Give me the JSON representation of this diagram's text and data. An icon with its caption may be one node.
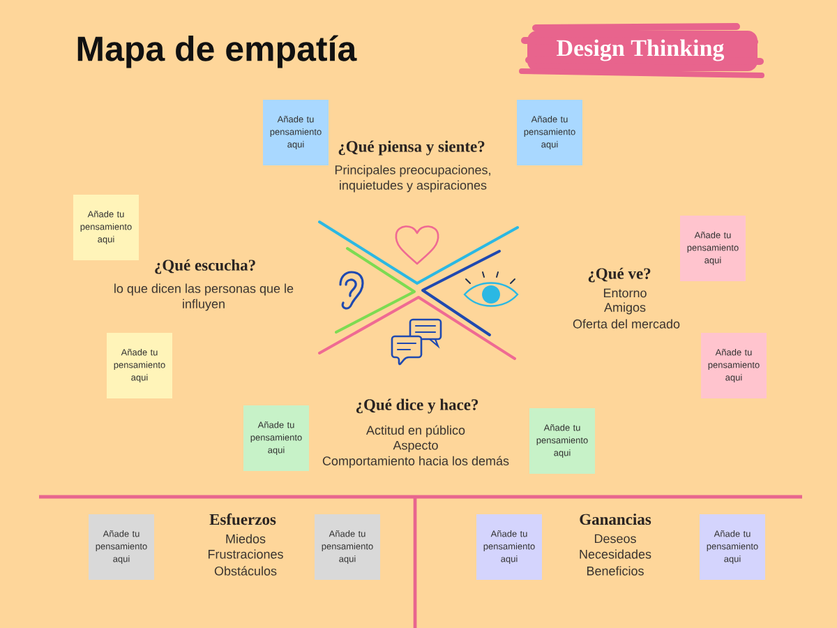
{
  "diagram": {
    "title": "Mapa de empatía",
    "nodes": [
      {
        "text": [
          "Design Thinking"
        ]
      },
      {
        "text": [
          "Añade tu pensamiento aqui"
        ]
      },
      {
        "text": [
          "Añade tu pensamiento aqui"
        ]
      },
      {
        "text": [
          "Añade tu pensamiento aqui"
        ]
      },
      {
        "text": [
          "Añade tu pensamiento aqui"
        ]
      },
      {
        "text": [
          "Añade tu pensamiento aqui"
        ]
      },
      {
        "text": [
          "Añade tu pensamiento aqui"
        ]
      },
      {
        "text": [
          "Añade tu pensamiento aqui"
        ]
      },
      {
        "text": [
          "Añade tu pensamiento aqui"
        ]
      },
      {
        "text": [
          "Añade tu pensamiento aqui"
        ]
      },
      {
        "text": [
          "Añade tu pensamiento aqui"
        ]
      },
      {
        "text": [
          "Añade tu pensamiento aqui"
        ]
      },
      {
        "text": [
          "Añade tu pensamiento aqui"
        ]
      }
    ],
    "labels": [
      "¿Qué piensa y siente?",
      "Principales preocupaciones, inquietudes y aspiraciones",
      "¿Qué escucha?",
      "lo que dicen las personas que le influyen",
      "¿Qué ve?",
      "Entorno",
      "Amigos",
      "Oferta del mercado",
      "¿Qué dice y hace?",
      "Actitud en público",
      "Aspecto",
      "Comportamiento hacia los demás",
      "Esfuerzos",
      "Miedos",
      "Frustraciones",
      "Obstáculos",
      "Ganancias",
      "Deseos",
      "Necesidades",
      "Beneficios"
    ]
  }
}
